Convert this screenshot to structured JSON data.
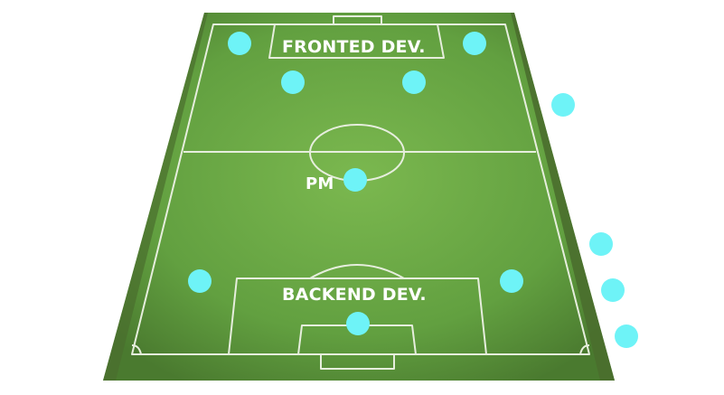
{
  "labels": {
    "frontend": "FRONTED DEV.",
    "pm": "PM",
    "backend": "BACKEND DEV."
  },
  "colors": {
    "pitch_dark": "#4e7a32",
    "pitch_mid": "#67a442",
    "pitch_light": "#74b04a",
    "line": "#e6eedd",
    "player_dot": "#6ef3f7",
    "background": "#ffffff"
  }
}
